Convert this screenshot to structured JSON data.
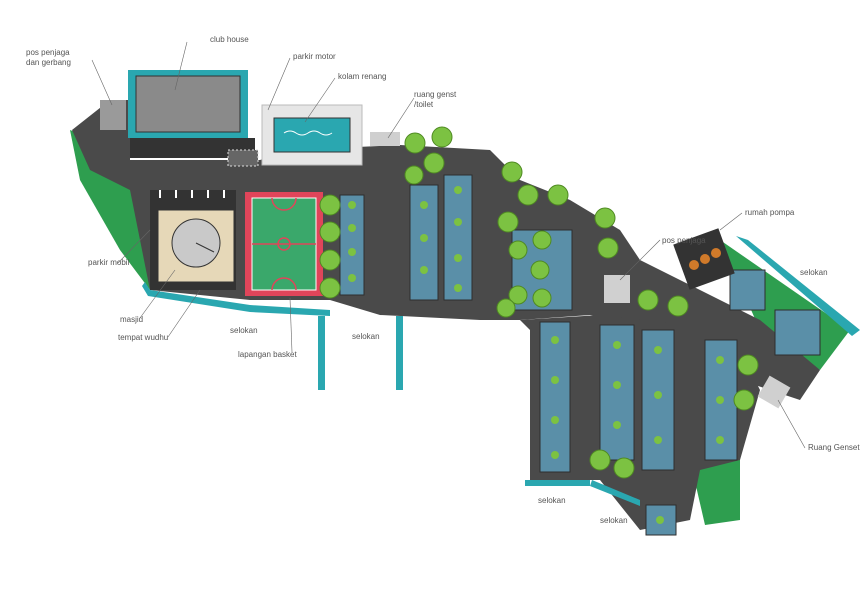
{
  "labels": {
    "pos_penjaga_gerbang_1": "pos penjaga",
    "pos_penjaga_gerbang_2": "dan gerbang",
    "club_house": "club house",
    "parkir_motor": "parkir motor",
    "kolam_renang": "kolam renang",
    "ruang_genset_toilet_1": "ruang genst",
    "ruang_genset_toilet_2": "/toilet",
    "parkir_mobil": "parkir mobil",
    "masjid": "masjid",
    "tempat_wudhu": "tempat wudhu",
    "selokan_1": "selokan",
    "lapangan_basket": "lapangan basket",
    "selokan_2": "selokan",
    "rumah_pompa": "rumah pompa",
    "pos_penjaga": "pos penjaga",
    "selokan_3": "selokan",
    "ruang_genset": "Ruang Genset",
    "selokan_4": "selokan",
    "selokan_5": "selokan"
  },
  "colors": {
    "road": "#4a4a4a",
    "grass": "#2e9e4f",
    "water": "#2aa7b0",
    "building": "#8a8a8a",
    "unit": "#5a8fa8",
    "tree": "#7cc242",
    "court": "#3aa86b",
    "court_line": "#e0455a"
  }
}
